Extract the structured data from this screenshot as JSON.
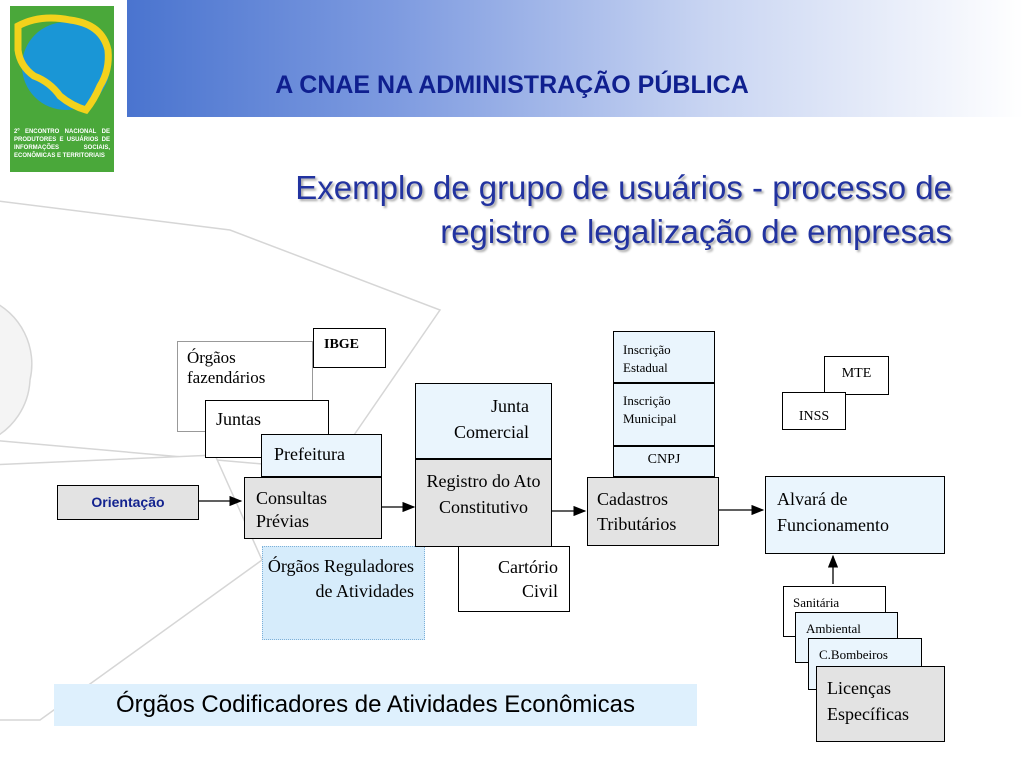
{
  "header": {
    "title": "A CNAE NA ADMINISTRAÇÃO PÚBLICA",
    "logo_text": "2º ENCONTRO NACIONAL DE PRODUTORES E USUÁRIOS DE INFORMAÇÕES SOCIAIS, ECONÔMICAS E TERRITORIAIS",
    "colors": {
      "title": "#0f1f8f",
      "band_start": "#4a74cf",
      "logo_green": "#4aa83a",
      "logo_blue": "#1a96d6",
      "logo_yellow": "#f3d21c"
    }
  },
  "slide": {
    "subtitle_line1": "Exemplo de grupo de usuários - processo de",
    "subtitle_line2": "registro e legalização de empresas"
  },
  "diagram": {
    "orientacao": "Orientação",
    "orgaos_fazendarios": "Órgãos fazendários",
    "ibge": "IBGE",
    "juntas": "Juntas",
    "prefeitura": "Prefeitura",
    "consultas_previas": "Consultas Prévias",
    "orgaos_reguladores": "Órgãos Reguladores de Atividades",
    "junta_comercial": "Junta Comercial",
    "registro_ato": "Registro do Ato Constitutivo",
    "cartorio_civil": "Cartório Civil",
    "inscricao_estadual": "Inscrição Estadual",
    "inscricao_municipal": "Inscrição Municipal",
    "cnpj": "CNPJ",
    "cadastros_tributarios": "Cadastros Tributários",
    "mte": "MTE",
    "inss": "INSS",
    "alvara": "Alvará de Funcionamento",
    "sanitaria": "Sanitária",
    "ambiental": "Ambiental",
    "bombeiros": "C.Bombeiros",
    "licencas": "Licenças Específicas"
  },
  "footer": {
    "codificadores": "Órgãos Codificadores de Atividades Econômicas"
  }
}
